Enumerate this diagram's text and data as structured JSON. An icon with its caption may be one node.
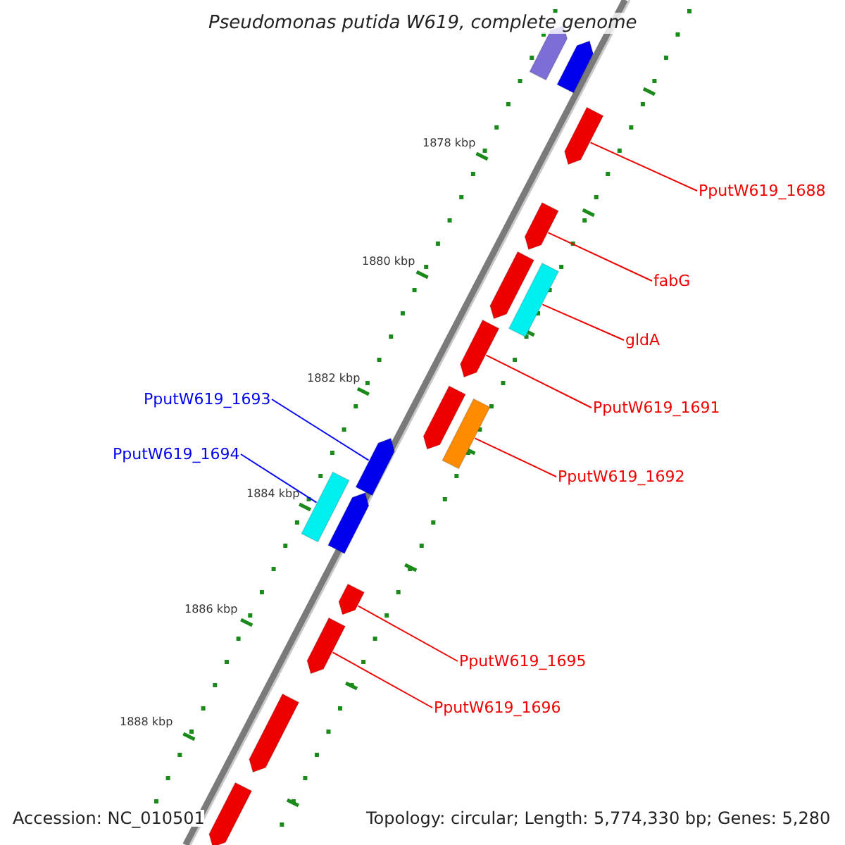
{
  "diagram": {
    "title": "Pseudomonas putida W619, complete genome",
    "nodes": [
      {
        "text": [
          "PputW619_1688"
        ]
      },
      {
        "text": [
          "fabG"
        ]
      },
      {
        "text": [
          "gldA"
        ]
      },
      {
        "text": [
          "PputW619_1691"
        ]
      },
      {
        "text": [
          "PputW619_1692"
        ]
      },
      {
        "text": [
          "PputW619_1693"
        ]
      },
      {
        "text": [
          "PputW619_1694"
        ]
      },
      {
        "text": [
          "PputW619_1695"
        ]
      },
      {
        "text": [
          "PputW619_1696"
        ]
      },
      {
        "text": [],
        "shape": "pentagon"
      },
      {
        "text": [],
        "shape": "pentagon"
      },
      {
        "text": [],
        "shape": "box"
      },
      {
        "text": [],
        "shape": "pentagon"
      },
      {
        "text": [],
        "shape": "box"
      },
      {
        "text": [],
        "shape": "pentagon"
      },
      {
        "text": [],
        "shape": "box"
      },
      {
        "text": [],
        "shape": "pentagon"
      },
      {
        "text": [],
        "shape": "pentagon"
      },
      {
        "text": [],
        "shape": "pentagon"
      },
      {
        "text": [],
        "shape": "pentagon"
      },
      {
        "text": [],
        "shape": "pentagon"
      },
      {
        "text": [],
        "shape": "pentagon"
      },
      {
        "text": [],
        "shape": "pentagon"
      },
      {
        "text": [],
        "shape": "pentagon"
      },
      {
        "text": [],
        "shape": "pentagon"
      }
    ],
    "edges": [
      {
        "from": 0,
        "to": 9,
        "arrow": "none"
      },
      {
        "from": 1,
        "to": 10,
        "arrow": "none"
      },
      {
        "from": 2,
        "to": 11,
        "arrow": "none"
      },
      {
        "from": 3,
        "to": 12,
        "arrow": "none"
      },
      {
        "from": 4,
        "to": 13,
        "arrow": "none"
      },
      {
        "from": 5,
        "to": 14,
        "arrow": "none",
        "color": "#0000ff"
      },
      {
        "from": 6,
        "to": 15,
        "arrow": "none",
        "color": "#0000ff"
      },
      {
        "from": 7,
        "to": 16,
        "arrow": "none"
      },
      {
        "from": 8,
        "to": 17,
        "arrow": "none"
      }
    ],
    "labels": [
      "1878 kbp",
      "1880 kbp",
      "1882 kbp",
      "1884 kbp",
      "1886 kbp",
      "1888 kbp",
      "Accession: NC_010501",
      "Topology: circular; Length: 5,774,330 bp; Genes: 5,280"
    ]
  }
}
